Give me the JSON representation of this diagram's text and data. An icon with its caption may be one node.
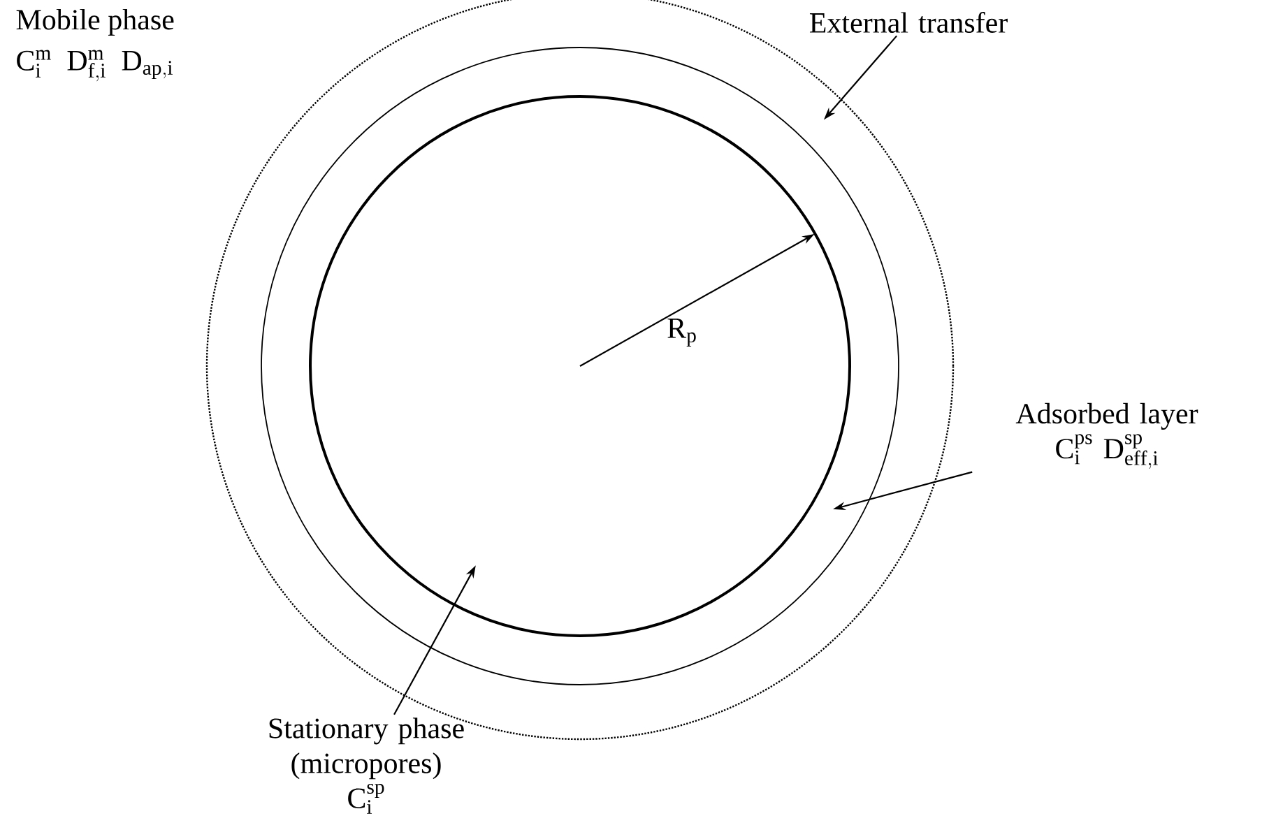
{
  "diagram": {
    "nodes": [
      {
        "text": [],
        "shape": "circle"
      },
      {
        "text": [],
        "shape": "circle",
        "in": 0
      },
      {
        "text": [],
        "shape": "circle",
        "in": 1
      },
      {
        "text": [
          "External transfer"
        ]
      },
      {
        "text": [
          "Adsorbed layer",
          "\\mathrm{C}_{\\mathrm{i}}^{\\mathrm{ps}}\\ \\mathrm{D}_{\\mathrm{eff,i}}^{\\mathrm{sp}}"
        ]
      },
      {
        "text": [
          "Stationary phase (micropores)",
          "\\mathrm{C}_{\\mathrm{i}}^{\\mathrm{sp}}"
        ]
      }
    ],
    "edges": [
      {
        "from": 3,
        "to": 0,
        "arrow": "to"
      },
      {
        "from": 4,
        "to": 1,
        "arrow": "to"
      },
      {
        "from": 5,
        "to": 2,
        "arrow": "to"
      }
    ],
    "labels": [
      "Mobile phase",
      "\\mathrm{C}_{\\mathrm{i}}^{\\mathrm{m}}\\ \\ \\mathrm{D}_{\\mathrm{f,i}}^{\\mathrm{m}}\\ \\ \\mathrm{D}_{\\mathrm{ap,i}}",
      "\\mathrm{R}_{\\mathrm{p}}"
    ]
  }
}
